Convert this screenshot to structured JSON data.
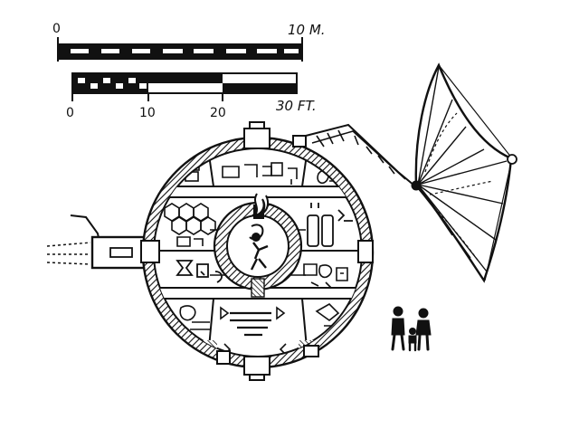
{
  "scale_metric": {
    "start_label": "0",
    "end_label": "10 M."
  },
  "scale_imperial": {
    "tick_labels": [
      "0",
      "10",
      "20"
    ],
    "end_label": "30 FT."
  },
  "colors": {
    "ink": "#111111",
    "paper": "#ffffff"
  },
  "icons": [
    "scale-bar-icon",
    "dish-antenna-icon",
    "human-figure-icon",
    "flame-icon"
  ]
}
